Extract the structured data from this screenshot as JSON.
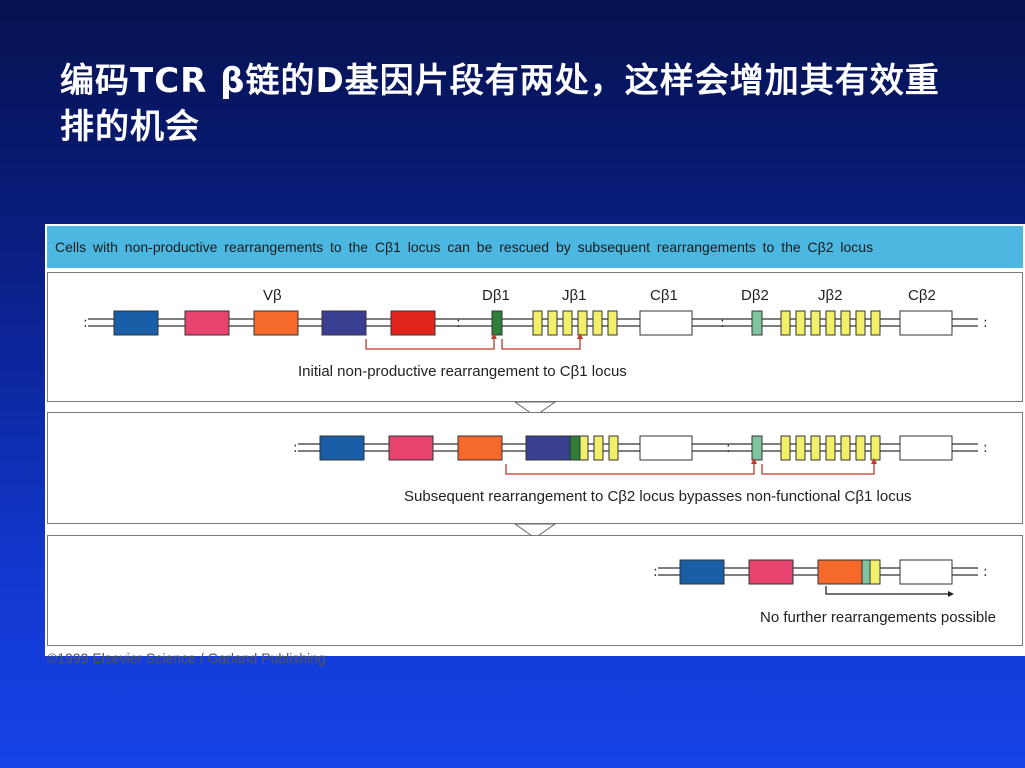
{
  "slide": {
    "title": "编码TCR β链的D基因片段有两处，这样会增加其有效重排的机会"
  },
  "figure": {
    "header": "Cells with non-productive rearrangements to the Cβ1 locus can be rescued by subsequent rearrangements to the Cβ2 locus",
    "labels": {
      "v": "Vβ",
      "d1": "Dβ1",
      "j1": "Jβ1",
      "c1": "Cβ1",
      "d2": "Dβ2",
      "j2": "Jβ2",
      "c2": "Cβ2"
    },
    "captions": {
      "panel1": "Initial non-productive rearrangement to Cβ1 locus",
      "panel2": "Subsequent rearrangement to Cβ2 locus bypasses non-functional Cβ1 locus",
      "panel3": "No further rearrangements possible"
    },
    "credit_partial": "©1999 Elsevier Science / Garland Publishing"
  },
  "colors": {
    "v_segments": [
      "#1a5ea8",
      "#e8436f",
      "#f5692b",
      "#3a3f8f",
      "#e0241e"
    ],
    "d_segment": "#2e7d3a",
    "d2_segment": "#7fc3a0",
    "j_segment": "#f2f06a",
    "c_segment": "#ffffff",
    "arrow": "#c0392b",
    "header_bg": "#4cb8e2"
  }
}
